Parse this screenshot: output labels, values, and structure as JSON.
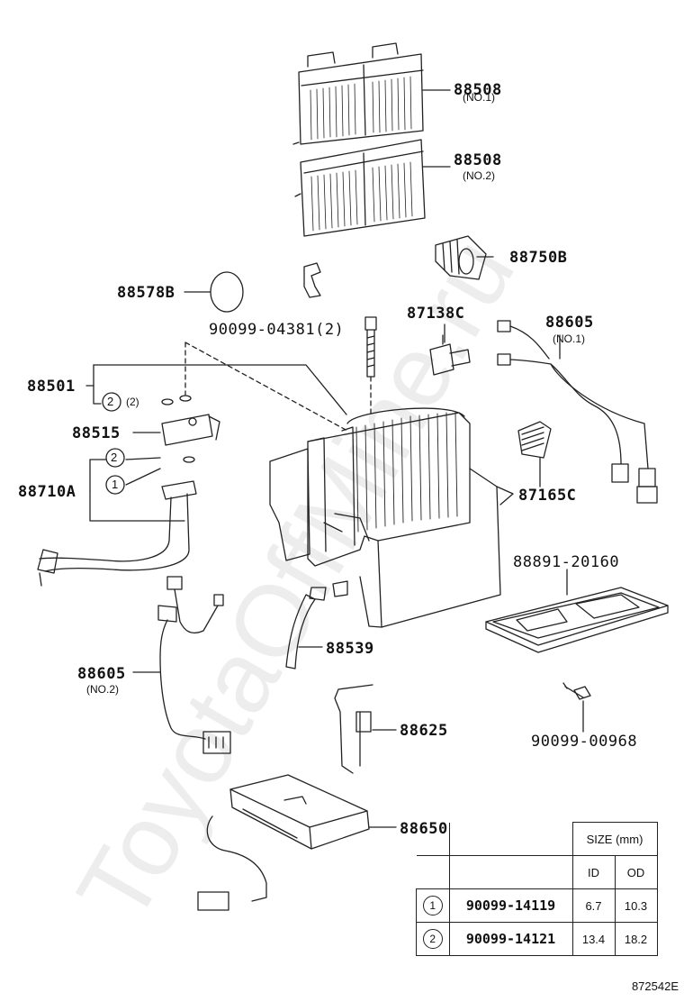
{
  "watermark": "ToyotaOffMine.ru",
  "parts": {
    "p88508_1": "88508",
    "p88508_1_sub": "(NO.1)",
    "p88508_2": "88508",
    "p88508_2_sub": "(NO.2)",
    "p88750B": "88750B",
    "p88578B": "88578B",
    "p90099_04381": "90099-04381(2)",
    "p87138C": "87138C",
    "p88605_1": "88605",
    "p88605_1_sub": "(NO.1)",
    "p88501": "88501",
    "p_circle2_label": "2",
    "p_circle2_qty": "(2)",
    "p88515": "88515",
    "p88710A": "88710A",
    "p_circle1_label": "1",
    "p87165C": "87165C",
    "p88891": "88891-20160",
    "p88539": "88539",
    "p88605_2": "88605",
    "p88605_2_sub": "(NO.2)",
    "p88625": "88625",
    "p90099_00968": "90099-00968",
    "p88650": "88650"
  },
  "size_table": {
    "header": "SIZE (mm)",
    "col_id": "ID",
    "col_od": "OD",
    "rows": [
      {
        "ref": "1",
        "part": "90099-14119",
        "id": "6.7",
        "od": "10.3"
      },
      {
        "ref": "2",
        "part": "90099-14121",
        "id": "13.4",
        "od": "18.2"
      }
    ]
  },
  "diagram_code": "872542E"
}
